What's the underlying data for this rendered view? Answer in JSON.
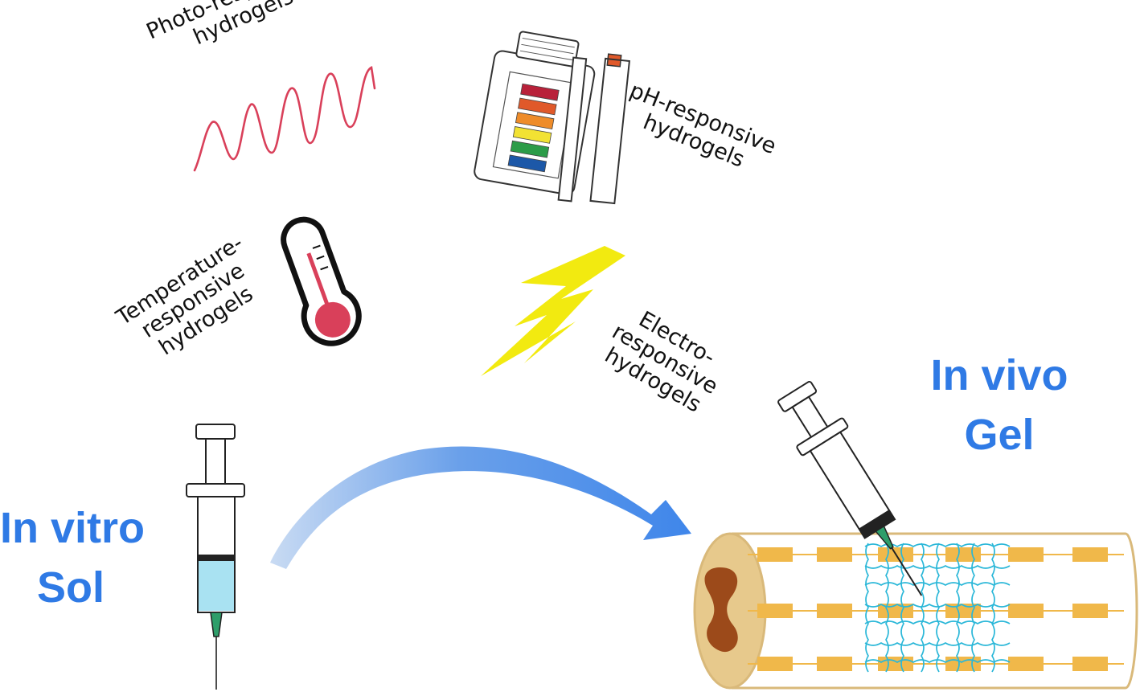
{
  "labels": {
    "photo": [
      "Photo-responsive",
      "hydrogels"
    ],
    "ph": [
      "pH-responsive",
      "hydrogels"
    ],
    "temperature": [
      "Temperature-",
      "responsive",
      "hydrogels"
    ],
    "electro": [
      "Electro-",
      "responsive",
      "hydrogels"
    ]
  },
  "states": {
    "in_vitro": [
      "In vitro",
      "Sol"
    ],
    "in_vivo": [
      "In vivo",
      "Gel"
    ]
  },
  "colors": {
    "accent_blue": "#2f7ae5",
    "wave_red": "#d9405a",
    "bolt_yellow": "#f2ea10",
    "thermo_red": "#d9405a",
    "sol_blue": "#a9e2f2",
    "needle_green": "#2e9e6a",
    "tissue_tan": "#d9b97a",
    "muscle_orange": "#f0b84a",
    "gel_network": "#2ab7d8",
    "marrow_brown": "#9c4a1a"
  },
  "ph_strip_colors": [
    "#b8213a",
    "#e0592a",
    "#ee8c2a",
    "#f2e233",
    "#2c9c48",
    "#1c58a8"
  ],
  "icons": [
    "light-wave-icon",
    "ph-test-kit-icon",
    "thermometer-icon",
    "lightning-bolt-icon",
    "syringe-icon",
    "arrow-icon",
    "tissue-icon"
  ]
}
